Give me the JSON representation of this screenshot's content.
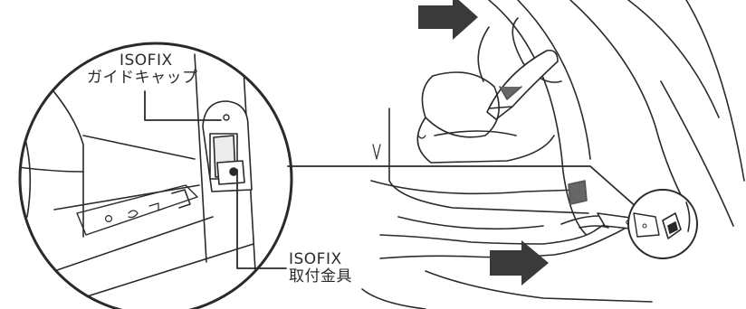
{
  "callouts": {
    "guide_cap": {
      "line1": "ISOFIX",
      "line2": "ガイドキャップ"
    },
    "anchor": {
      "line1": "ISOFIX",
      "line2": "取付金具"
    }
  },
  "icons": {
    "arrow_top": "push-arrow-right-icon",
    "arrow_bottom": "push-arrow-right-icon"
  },
  "colors": {
    "line": "#2a2a2a",
    "arrow": "#3a3a3a",
    "gray_part": "#666666"
  }
}
